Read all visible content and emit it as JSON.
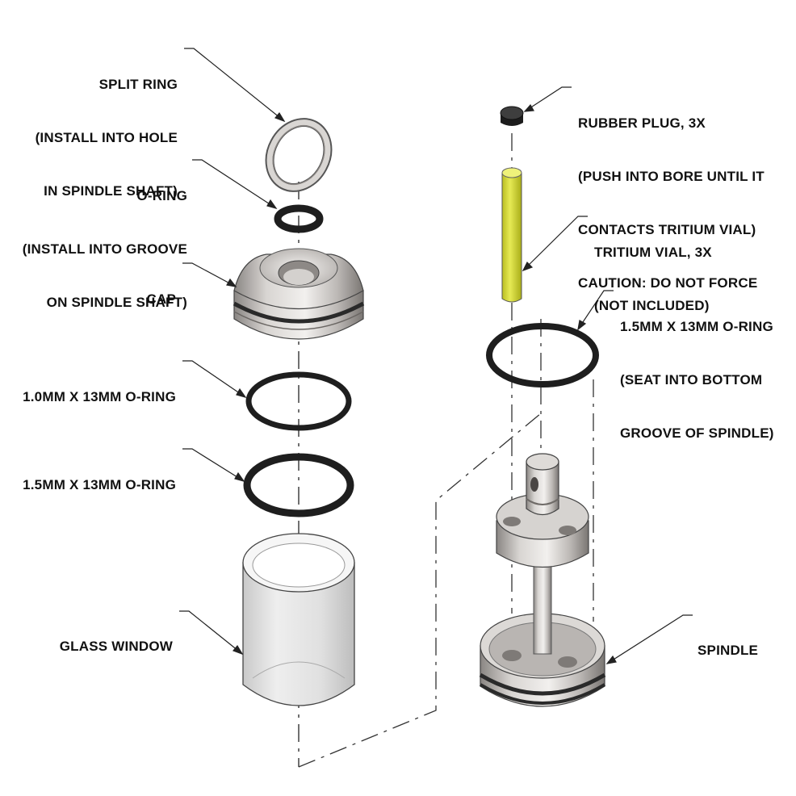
{
  "labels": {
    "split_ring": [
      "SPLIT RING",
      "(INSTALL INTO HOLE",
      "IN SPINDLE SHAFT)"
    ],
    "o_ring_shaft": [
      "O-RING",
      "(INSTALL INTO GROOVE",
      "ON SPINDLE SHAFT)"
    ],
    "cap": [
      "CAP"
    ],
    "o_ring_1_0mm": [
      "1.0MM X 13MM O-RING"
    ],
    "o_ring_1_5mm_left": [
      "1.5MM X 13MM O-RING"
    ],
    "glass_window": [
      "GLASS WINDOW"
    ],
    "rubber_plug": [
      "RUBBER PLUG, 3X",
      "(PUSH INTO BORE UNTIL IT",
      "CONTACTS TRITIUM VIAL)",
      "CAUTION: DO NOT FORCE"
    ],
    "tritium_vial": [
      "TRITIUM VIAL, 3X",
      "(NOT INCLUDED)"
    ],
    "o_ring_1_5mm_right": [
      "1.5MM X 13MM O-RING",
      "(SEAT INTO BOTTOM",
      "GROOVE OF SPINDLE)"
    ],
    "spindle": [
      "SPINDLE"
    ]
  },
  "colors": {
    "metal_light": "#e4e2e0",
    "metal_mid": "#bdb9b6",
    "metal_dark": "#7e7a77",
    "oring": "#2a2a2a",
    "glass": "#d9d9d9",
    "vial": "#d6dc3a",
    "plug": "#2e2e2e",
    "line": "#222222"
  }
}
